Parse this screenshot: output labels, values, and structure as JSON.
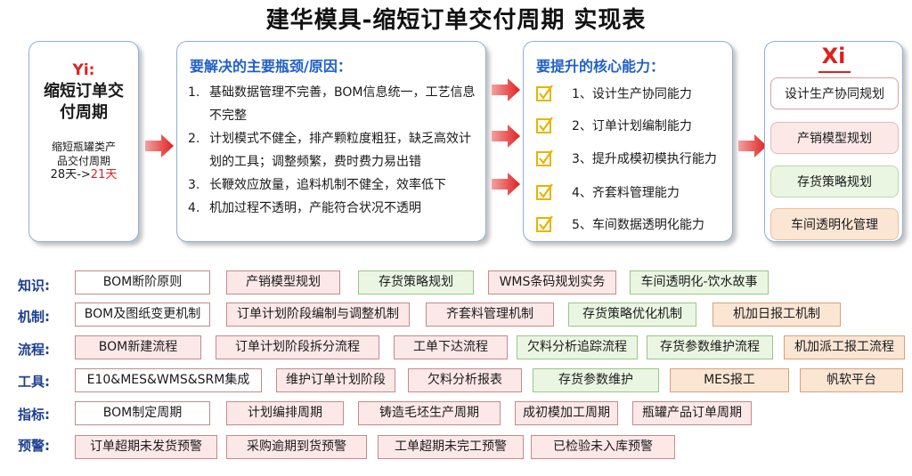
{
  "title": "建华模具-缩短订单交付周期 实现表",
  "yi": {
    "label": "Yi:",
    "goal_line1": "缩短订单交",
    "goal_line2": "付周期",
    "desc_line1": "缩短瓶罐类产",
    "desc_line2": "品交付周期",
    "change_from": "28天->",
    "change_to": "21天"
  },
  "bottlenecks": {
    "heading": "要解决的主要瓶颈/原因：",
    "items": [
      {
        "num": "1.",
        "text": "基础数据管理不完善，BOM信息统一，工艺信息不完整"
      },
      {
        "num": "2.",
        "text": "计划模式不健全，排产颗粒度粗狂，缺乏高效计划的工具；调整频繁，费时费力易出错"
      },
      {
        "num": "3.",
        "text": "长鞭效应放量，追料机制不健全，效率低下"
      },
      {
        "num": "4.",
        "text": "机加过程不透明，产能符合状况不透明"
      }
    ]
  },
  "capabilities": {
    "heading": "要提升的核心能力：",
    "items": [
      "1、设计生产协同能力",
      "2、订单计划编制能力",
      "3、提升成模初模执行能力",
      "4、齐套料管理能力",
      "5、车间数据透明化能力"
    ]
  },
  "xi": {
    "label": "Xi",
    "items": [
      {
        "text": "设计生产协同规划",
        "style": "white"
      },
      {
        "text": "产销模型规划",
        "style": "pink"
      },
      {
        "text": "存货策略规划",
        "style": "green"
      },
      {
        "text": "车间透明化管理",
        "style": "orange"
      }
    ]
  },
  "colors": {
    "accent_red": "#e02020",
    "heading_blue": "#2060c8",
    "row_label_blue": "#1c3f8f",
    "checkbox_yellow": "#e8b400"
  },
  "rows": [
    {
      "label": "知识:",
      "chips": [
        {
          "text": "BOM断阶原则",
          "style": "white"
        },
        {
          "text": "产销模型规划",
          "style": "pink"
        },
        {
          "text": "存货策略规划",
          "style": "green"
        },
        {
          "text": "WMS条码规划实务",
          "style": "pink"
        },
        {
          "text": "车间透明化-饮水故事",
          "style": "green"
        }
      ]
    },
    {
      "label": "机制:",
      "chips": [
        {
          "text": "BOM及图纸变更机制",
          "style": "white"
        },
        {
          "text": "订单计划阶段编制与调整机制",
          "style": "pink"
        },
        {
          "text": "齐套料管理机制",
          "style": "pink"
        },
        {
          "text": "存货策略优化机制",
          "style": "green"
        },
        {
          "text": "机加日报工机制",
          "style": "orange"
        }
      ]
    },
    {
      "label": "流程:",
      "chips": [
        {
          "text": "BOM新建流程",
          "style": "pink"
        },
        {
          "text": "订单计划阶段拆分流程",
          "style": "pink"
        },
        {
          "text": "工单下达流程",
          "style": "pink"
        },
        {
          "text": "欠料分析追踪流程",
          "style": "green"
        },
        {
          "text": "存货参数维护流程",
          "style": "green"
        },
        {
          "text": "机加派工报工流程",
          "style": "orange"
        }
      ]
    },
    {
      "label": "工具:",
      "chips": [
        {
          "text": "E10&MES&WMS&SRM集成",
          "style": "white"
        },
        {
          "text": "维护订单计划阶段",
          "style": "pink"
        },
        {
          "text": "欠料分析报表",
          "style": "pink"
        },
        {
          "text": "存货参数维护",
          "style": "green"
        },
        {
          "text": "MES报工",
          "style": "orange"
        },
        {
          "text": "帆软平台",
          "style": "orange"
        }
      ]
    },
    {
      "label": "指标:",
      "chips": [
        {
          "text": "BOM制定周期",
          "style": "white"
        },
        {
          "text": "计划编排周期",
          "style": "pink"
        },
        {
          "text": "铸造毛坯生产周期",
          "style": "pink"
        },
        {
          "text": "成初模加工周期",
          "style": "pink"
        },
        {
          "text": "瓶罐产品订单周期",
          "style": "pink"
        }
      ]
    },
    {
      "label": "预警:",
      "chips": [
        {
          "text": "订单超期未发货预警",
          "style": "pink"
        },
        {
          "text": "采购逾期到货预警",
          "style": "pink"
        },
        {
          "text": "工单超期未完工预警",
          "style": "pink"
        },
        {
          "text": "已检验未入库预警",
          "style": "pink"
        }
      ]
    }
  ]
}
